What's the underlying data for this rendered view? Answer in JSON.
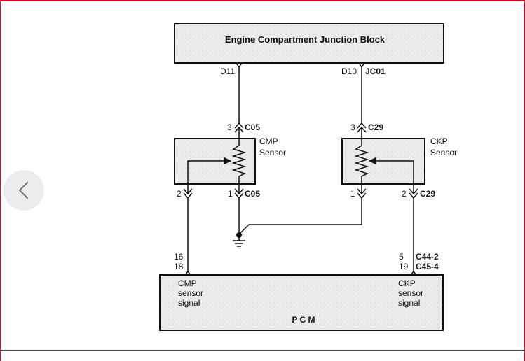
{
  "diagram": {
    "junction_block": "Engine Compartment Junction Block",
    "pin_d11": "D11",
    "pin_d10": "D10",
    "conn_jc01": "JC01",
    "cmp": {
      "title_line1": "CMP",
      "title_line2": "Sensor",
      "top_pin": "3",
      "top_conn": "C05",
      "left_pin": "2",
      "right_pin": "1",
      "right_conn": "C05"
    },
    "ckp": {
      "title_line1": "CKP",
      "title_line2": "Sensor",
      "top_pin": "3",
      "top_conn": "C29",
      "left_pin": "1",
      "right_pin": "2",
      "right_conn": "C29"
    },
    "pcm": {
      "label": "P C M",
      "cmp_pin_a": "16",
      "cmp_pin_b": "18",
      "ckp_pin_a": "5",
      "ckp_pin_b": "19",
      "ckp_conn_a": "C44-2",
      "ckp_conn_b": "C45-4",
      "cmp_signal_line1": "CMP",
      "cmp_signal_line2": "sensor",
      "cmp_signal_line3": "signal",
      "ckp_signal_line1": "CKP",
      "ckp_signal_line2": "sensor",
      "ckp_signal_line3": "signal"
    }
  },
  "nav": {
    "back_icon": "chevron-left-icon"
  }
}
